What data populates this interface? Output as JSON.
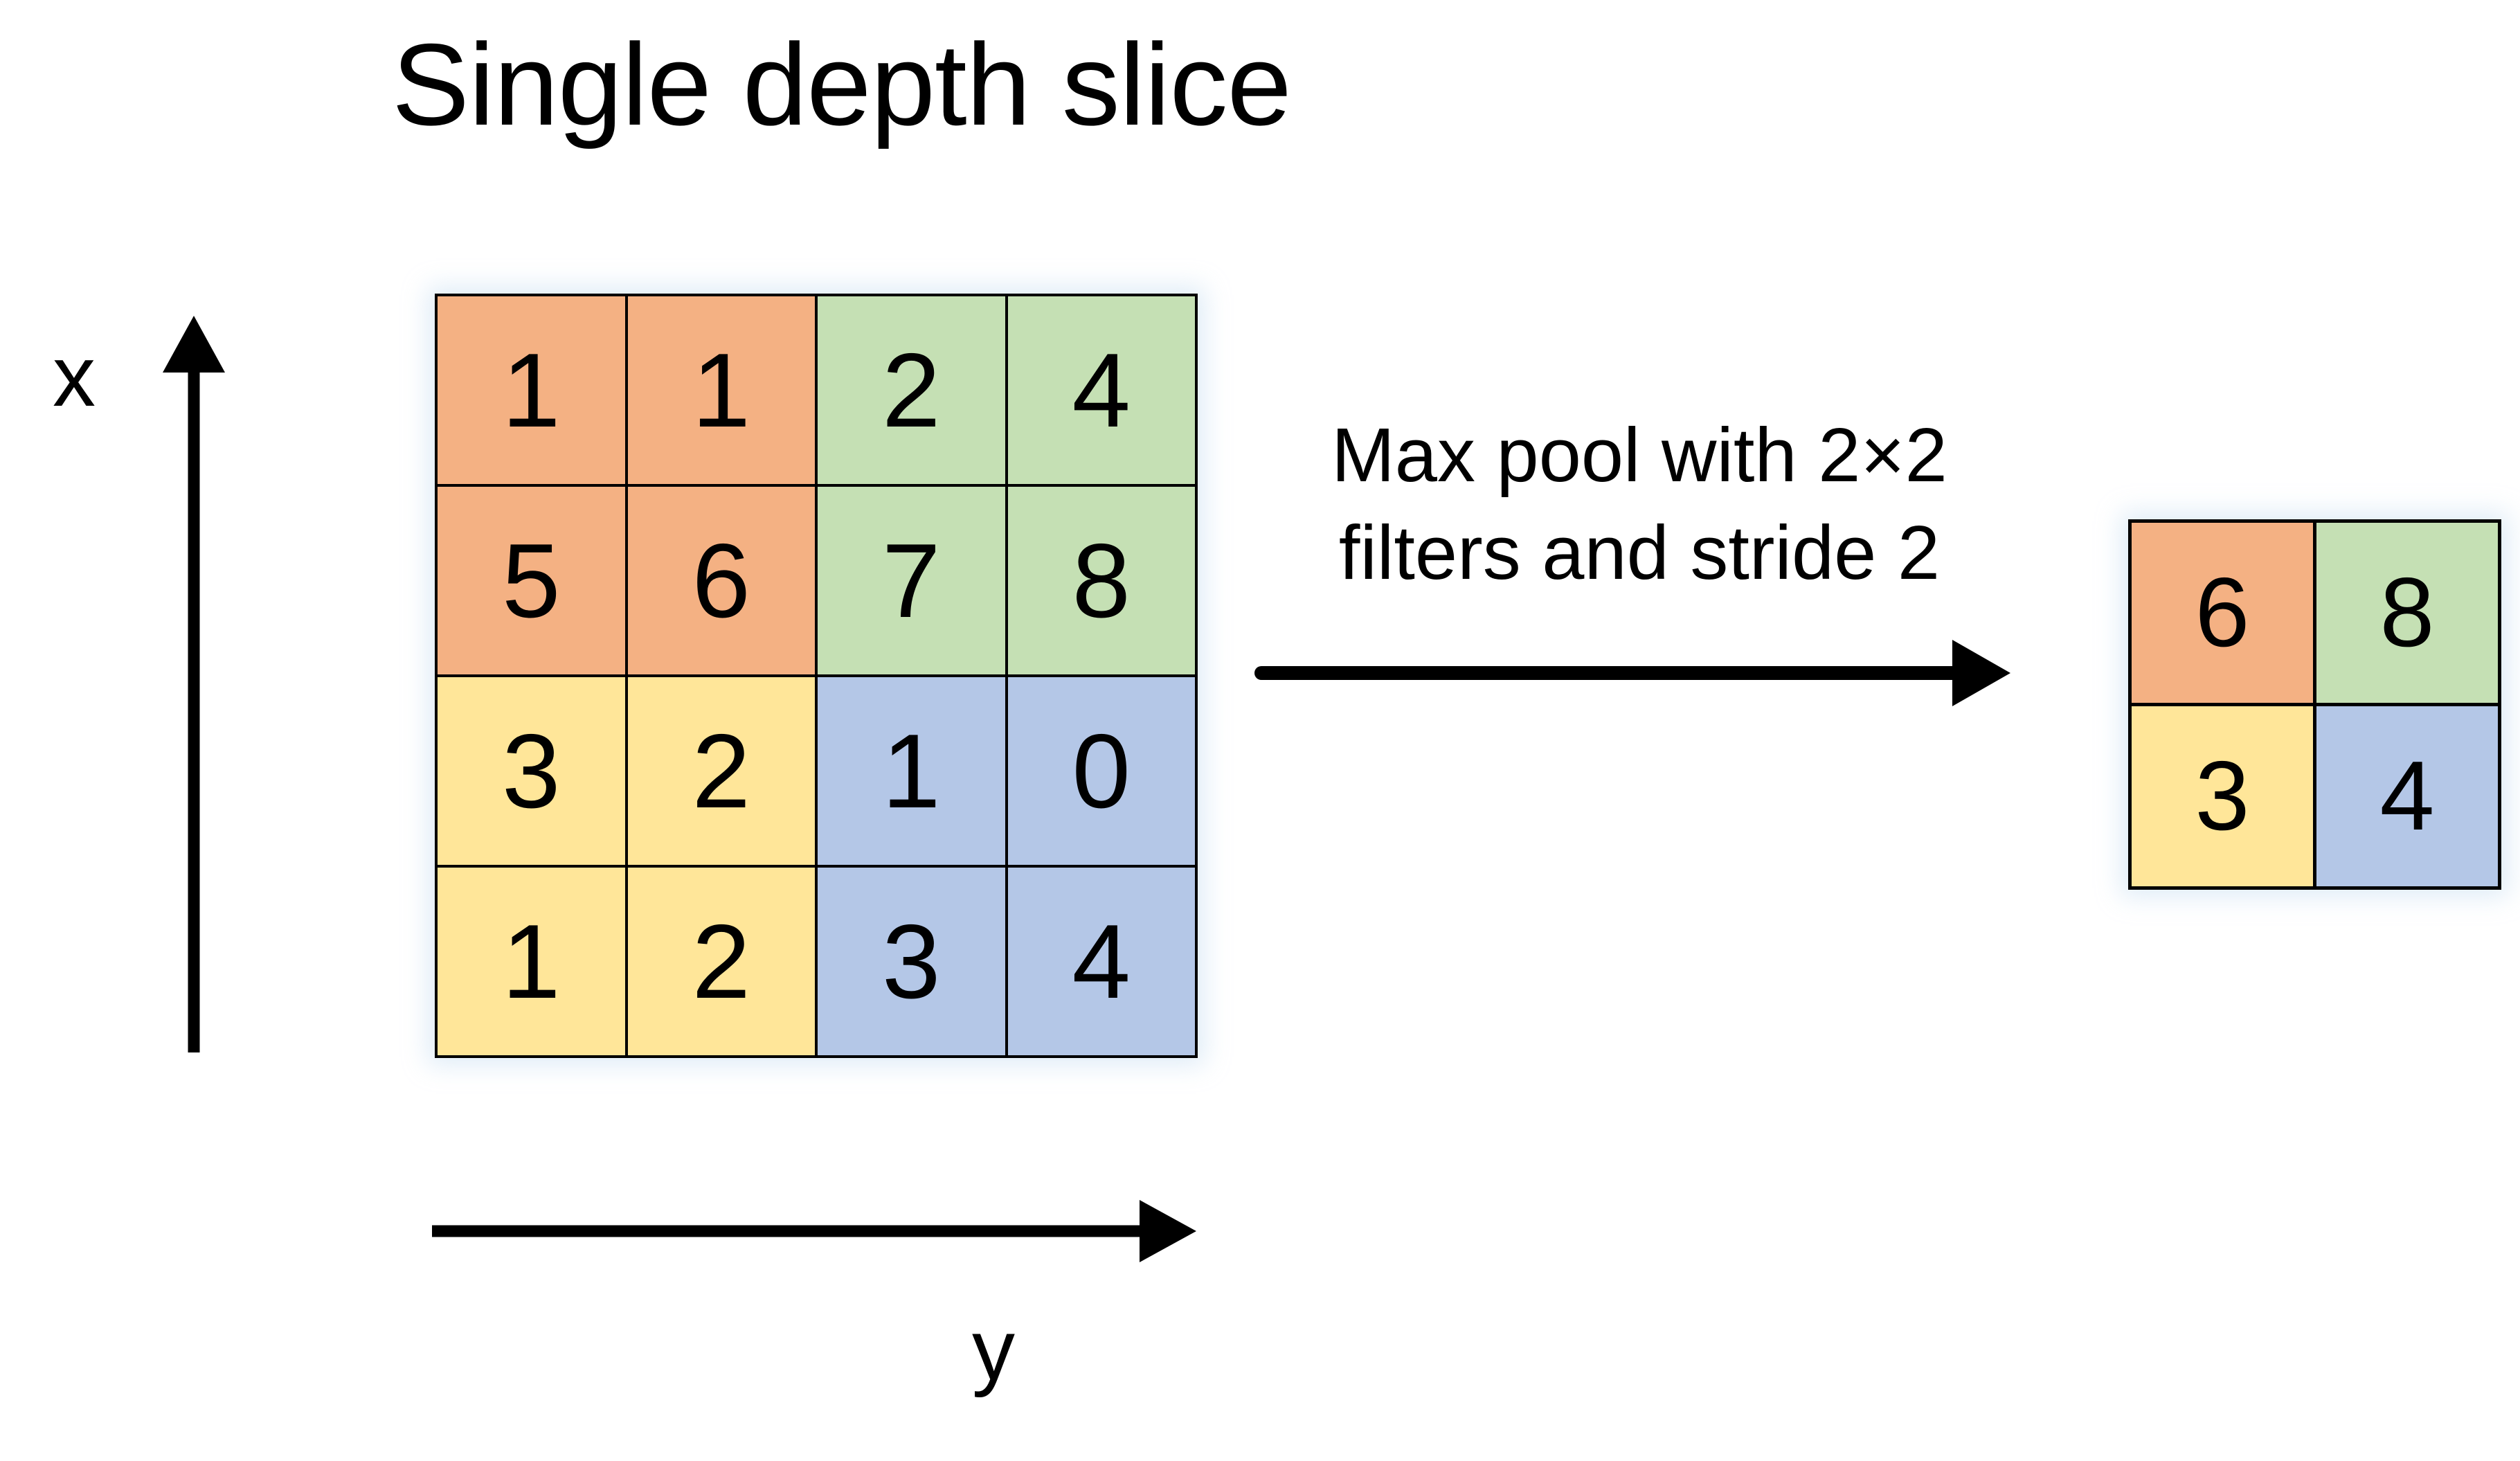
{
  "title": "Single depth slice",
  "axes": {
    "vertical_label": "x",
    "horizontal_label": "y",
    "vertical_arrow_icon": "up-arrow-icon",
    "horizontal_arrow_icon": "right-arrow-icon"
  },
  "transform": {
    "caption_line1": "Max pool with 2×2",
    "caption_line2": "filters and stride 2",
    "arrow_icon": "right-arrow-icon"
  },
  "colors": {
    "orange": "#F4B183",
    "green": "#C5E0B4",
    "yellow": "#FFE699",
    "blue": "#B4C7E7",
    "border": "#000000",
    "text": "#000000",
    "background": "#FFFFFF",
    "glow": "#AACDEB"
  },
  "chart_data": {
    "type": "table",
    "title": "Single depth slice",
    "description": "Max pooling illustration: a 4×4 input feature map is reduced to a 2×2 output by taking the maximum of each 2×2 quadrant.",
    "xlabel": "y",
    "ylabel": "x",
    "input": {
      "rows": 4,
      "cols": 4,
      "values": [
        [
          1,
          1,
          2,
          4
        ],
        [
          5,
          6,
          7,
          8
        ],
        [
          3,
          2,
          1,
          0
        ],
        [
          1,
          2,
          3,
          4
        ]
      ],
      "cell_colors": [
        [
          "orange",
          "orange",
          "green",
          "green"
        ],
        [
          "orange",
          "orange",
          "green",
          "green"
        ],
        [
          "yellow",
          "yellow",
          "blue",
          "blue"
        ],
        [
          "yellow",
          "yellow",
          "blue",
          "blue"
        ]
      ]
    },
    "output": {
      "rows": 2,
      "cols": 2,
      "values": [
        [
          6,
          8
        ],
        [
          3,
          4
        ]
      ],
      "cell_colors": [
        [
          "orange",
          "green"
        ],
        [
          "yellow",
          "blue"
        ]
      ]
    },
    "operation": {
      "name": "max pool",
      "filter_size": "2×2",
      "stride": 2
    }
  },
  "input_cells": [
    {
      "value": "1",
      "color": "#F4B183"
    },
    {
      "value": "1",
      "color": "#F4B183"
    },
    {
      "value": "2",
      "color": "#C5E0B4"
    },
    {
      "value": "4",
      "color": "#C5E0B4"
    },
    {
      "value": "5",
      "color": "#F4B183"
    },
    {
      "value": "6",
      "color": "#F4B183"
    },
    {
      "value": "7",
      "color": "#C5E0B4"
    },
    {
      "value": "8",
      "color": "#C5E0B4"
    },
    {
      "value": "3",
      "color": "#FFE699"
    },
    {
      "value": "2",
      "color": "#FFE699"
    },
    {
      "value": "1",
      "color": "#B4C7E7"
    },
    {
      "value": "0",
      "color": "#B4C7E7"
    },
    {
      "value": "1",
      "color": "#FFE699"
    },
    {
      "value": "2",
      "color": "#FFE699"
    },
    {
      "value": "3",
      "color": "#B4C7E7"
    },
    {
      "value": "4",
      "color": "#B4C7E7"
    }
  ],
  "output_cells": [
    {
      "value": "6",
      "color": "#F4B183"
    },
    {
      "value": "8",
      "color": "#C5E0B4"
    },
    {
      "value": "3",
      "color": "#FFE699"
    },
    {
      "value": "4",
      "color": "#B4C7E7"
    }
  ]
}
